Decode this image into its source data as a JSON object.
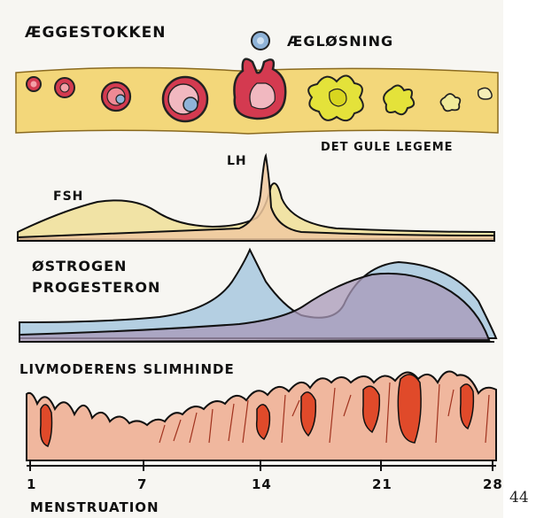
{
  "labels": {
    "ovary": "ÆGGESTOKKEN",
    "ovulation": "ÆGLØSNING",
    "corpus_luteum": "DET GULE LEGEME",
    "lh": "LH",
    "fsh": "FSH",
    "estrogen": "ØSTROGEN",
    "progesterone": "PROGESTERON",
    "endometrium": "LIVMODERENS SLIMHINDE",
    "menstruation": "MENSTRUATION"
  },
  "axis": {
    "ticks": [
      "1",
      "7",
      "14",
      "21",
      "28"
    ]
  },
  "page_number": "44",
  "colors": {
    "ovary_band": "#f3d77a",
    "follicle_red": "#d43a50",
    "corpus_luteum": "#e4e23a",
    "fsh_fill": "#f1e3a5",
    "lh_fill": "#f0c9a0",
    "estrogen_fill": "#9ec1dc",
    "progesterone_fill": "#a898b8",
    "endometrium_fill": "#f0b79e",
    "endometrium_red": "#e04a2a"
  }
}
